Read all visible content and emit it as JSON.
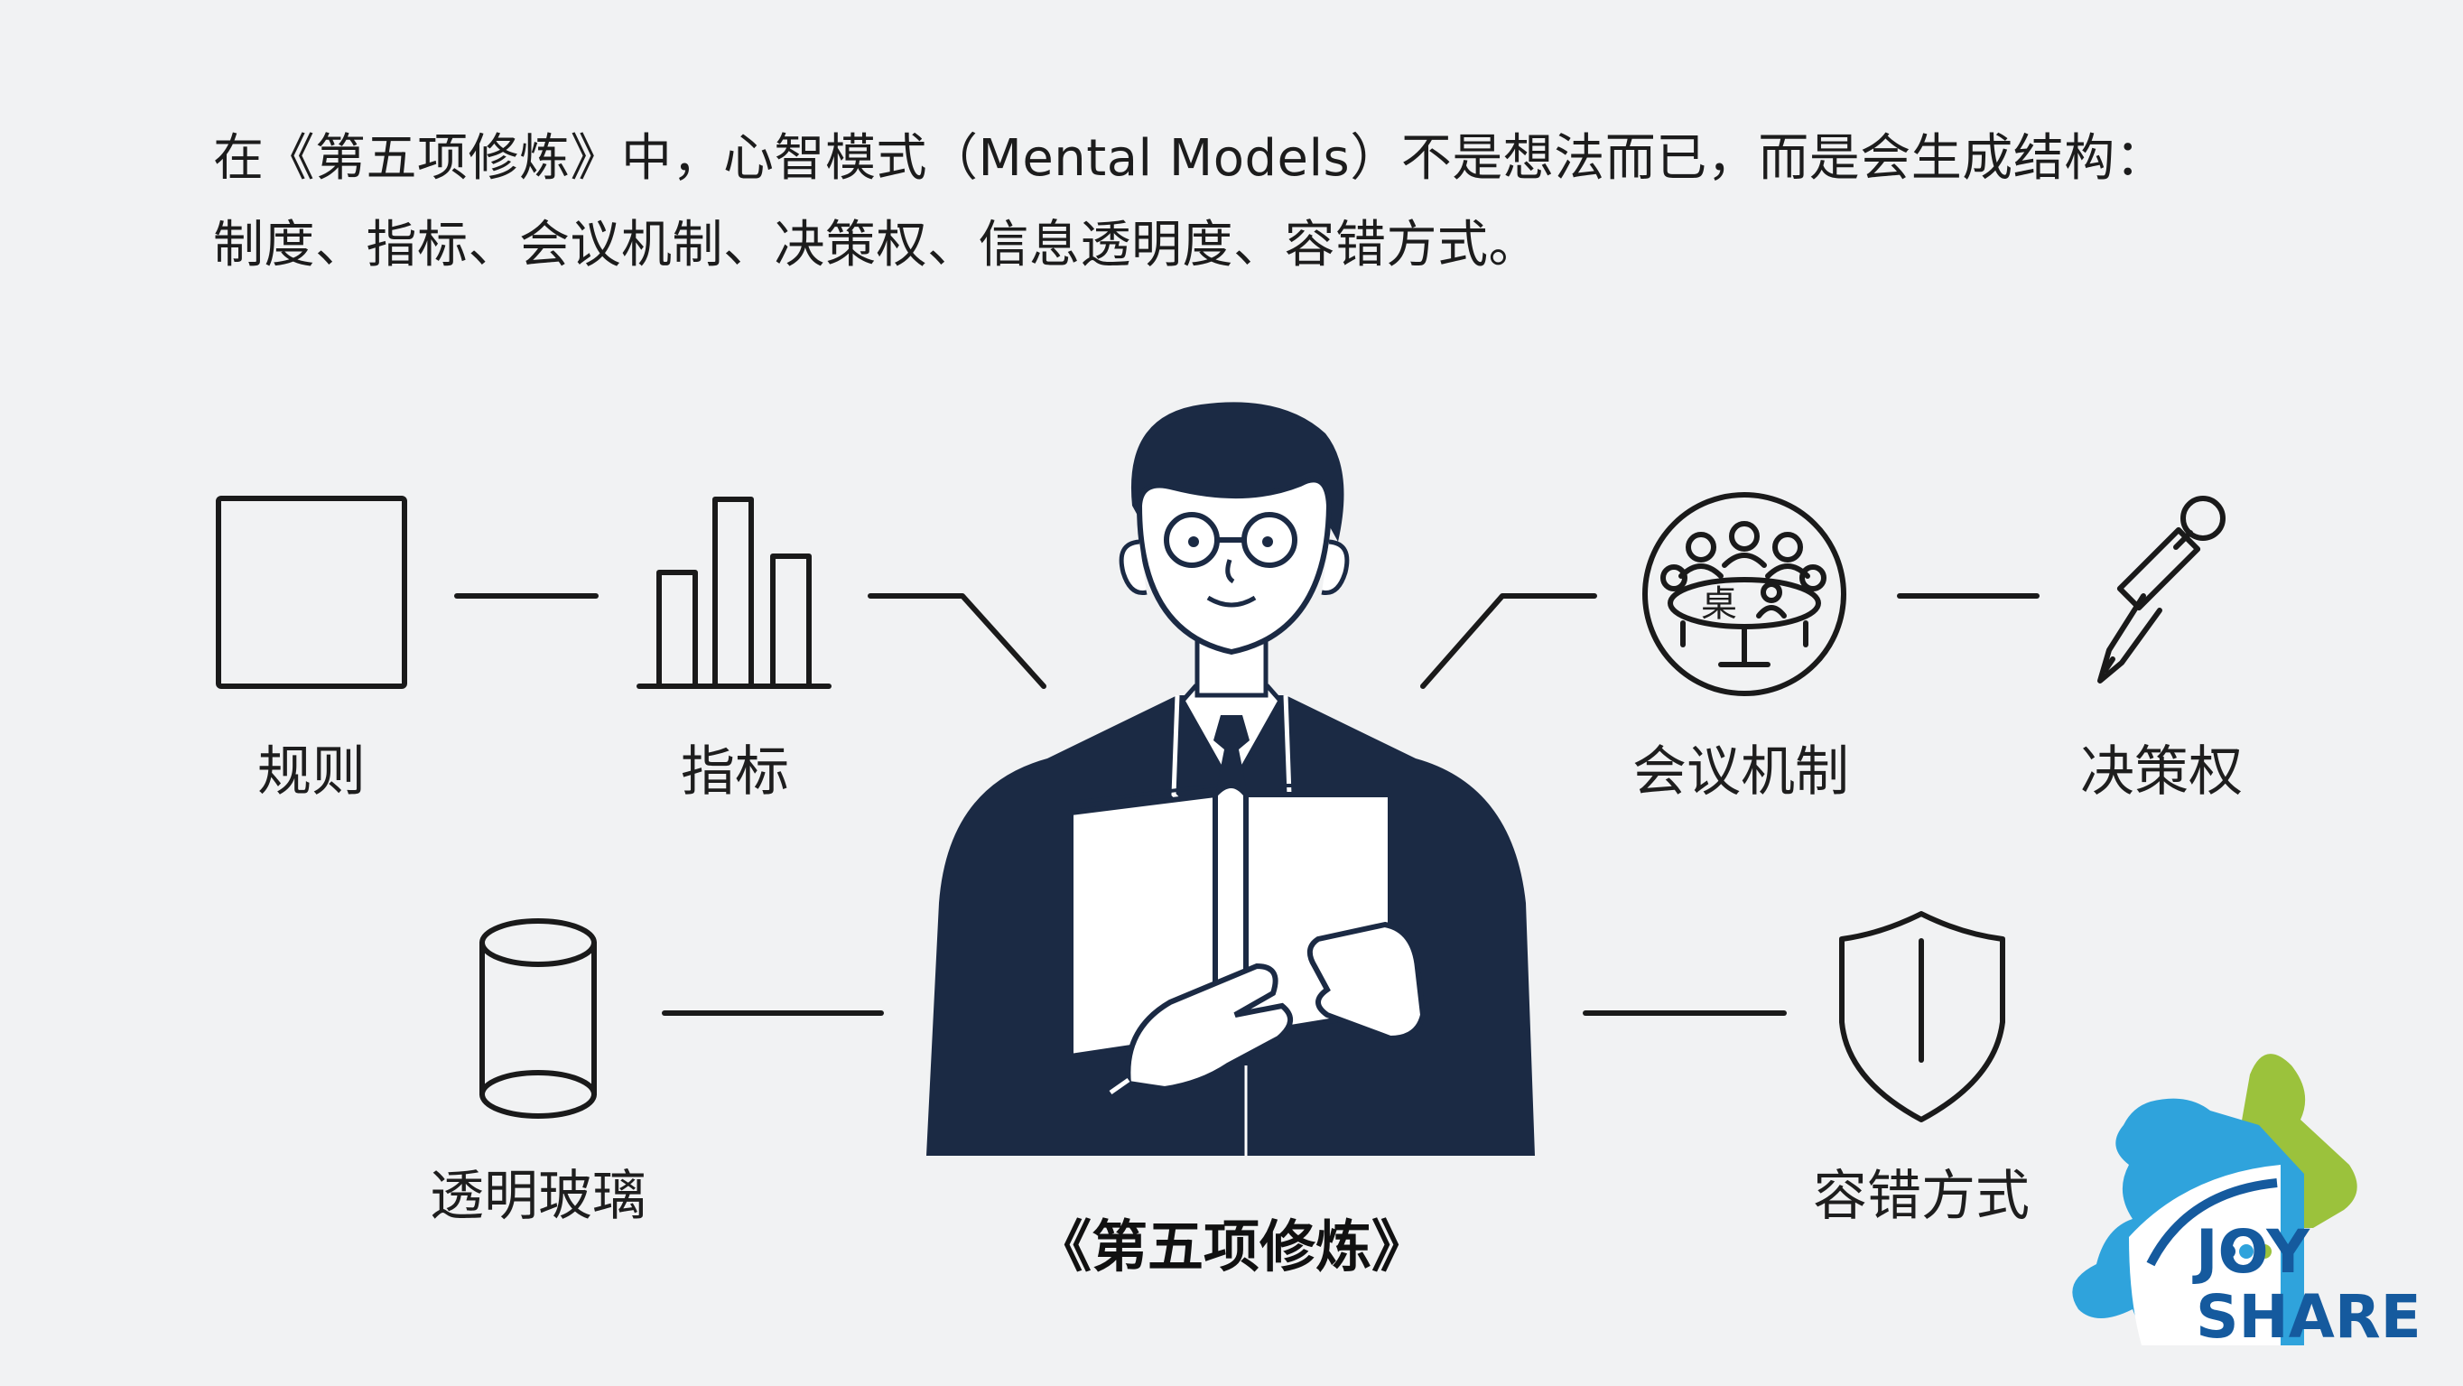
{
  "intro": {
    "line1": "在《第五项修炼》中，心智模式（Mental Models）不是想法而已，而是会生成结构：",
    "line2": "制度、指标、会议机制、决策权、信息透明度、容错方式。"
  },
  "nodes": {
    "rules": "规则",
    "metrics": "指标",
    "meeting": "会议机制",
    "decision": "决策权",
    "glass": "透明玻璃",
    "tolerance": "容错方式",
    "table_char": "桌"
  },
  "center": {
    "book_title": "《第五项修炼》"
  },
  "logo": {
    "line1": "JOY",
    "line2": "SHARE"
  },
  "colors": {
    "background": "#f1f2f3",
    "figure": "#1b2a44",
    "logo_blue": "#155a9e",
    "logo_green": "#9bc23c",
    "logo_cyan": "#2fa3dc"
  }
}
